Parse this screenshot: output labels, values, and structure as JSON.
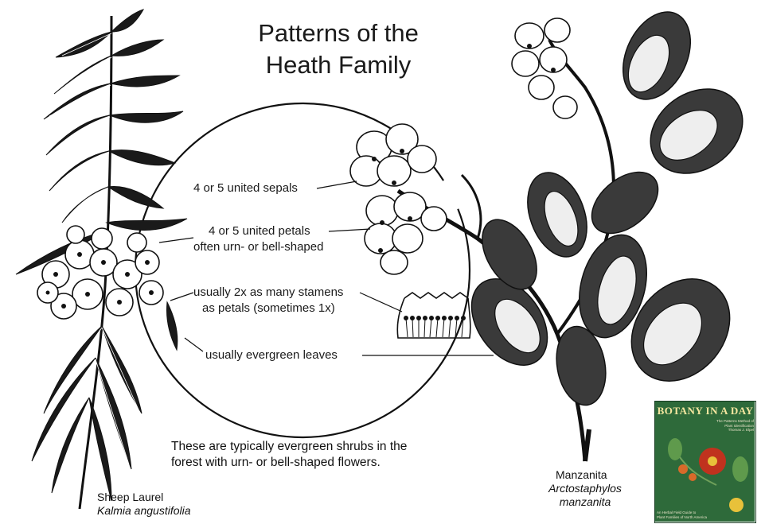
{
  "title": "Patterns of the\nHeath Family",
  "labels": {
    "sepals": "4 or 5 united sepals",
    "petals_line1": "4 or 5 united petals",
    "petals_line2": "often urn- or bell-shaped",
    "stamens_line1": "usually 2x as many stamens",
    "stamens_line2": "as petals (sometimes 1x)",
    "leaves": "usually evergreen leaves"
  },
  "summary": {
    "line1": "These are typically evergreen shrubs in the",
    "line2": "forest with urn- or bell-shaped flowers."
  },
  "plants": {
    "left": {
      "common": "Sheep Laurel",
      "scientific": "Kalmia angustifolia"
    },
    "right": {
      "common": "Manzanita",
      "scientific_line1": "Arctostaphylos",
      "scientific_line2": "manzanita"
    }
  },
  "book": {
    "title": "BOTANY IN A DAY",
    "subtitle_line1": "The Patterns Method of",
    "subtitle_line2": "Plant Identification",
    "author": "Thomas J. Elpel",
    "footer_line1": "An Herbal Field Guide to",
    "footer_line2": "Plant Families of North America"
  },
  "colors": {
    "ink": "#111111",
    "background": "#ffffff",
    "book_cover": "#2e6a3a",
    "book_title": "#f6e7a0",
    "flower_red": "#c0321e"
  },
  "icons": [
    "sheep-laurel-illustration",
    "manzanita-illustration",
    "stamen-cross-section-icon",
    "book-cover-image"
  ]
}
